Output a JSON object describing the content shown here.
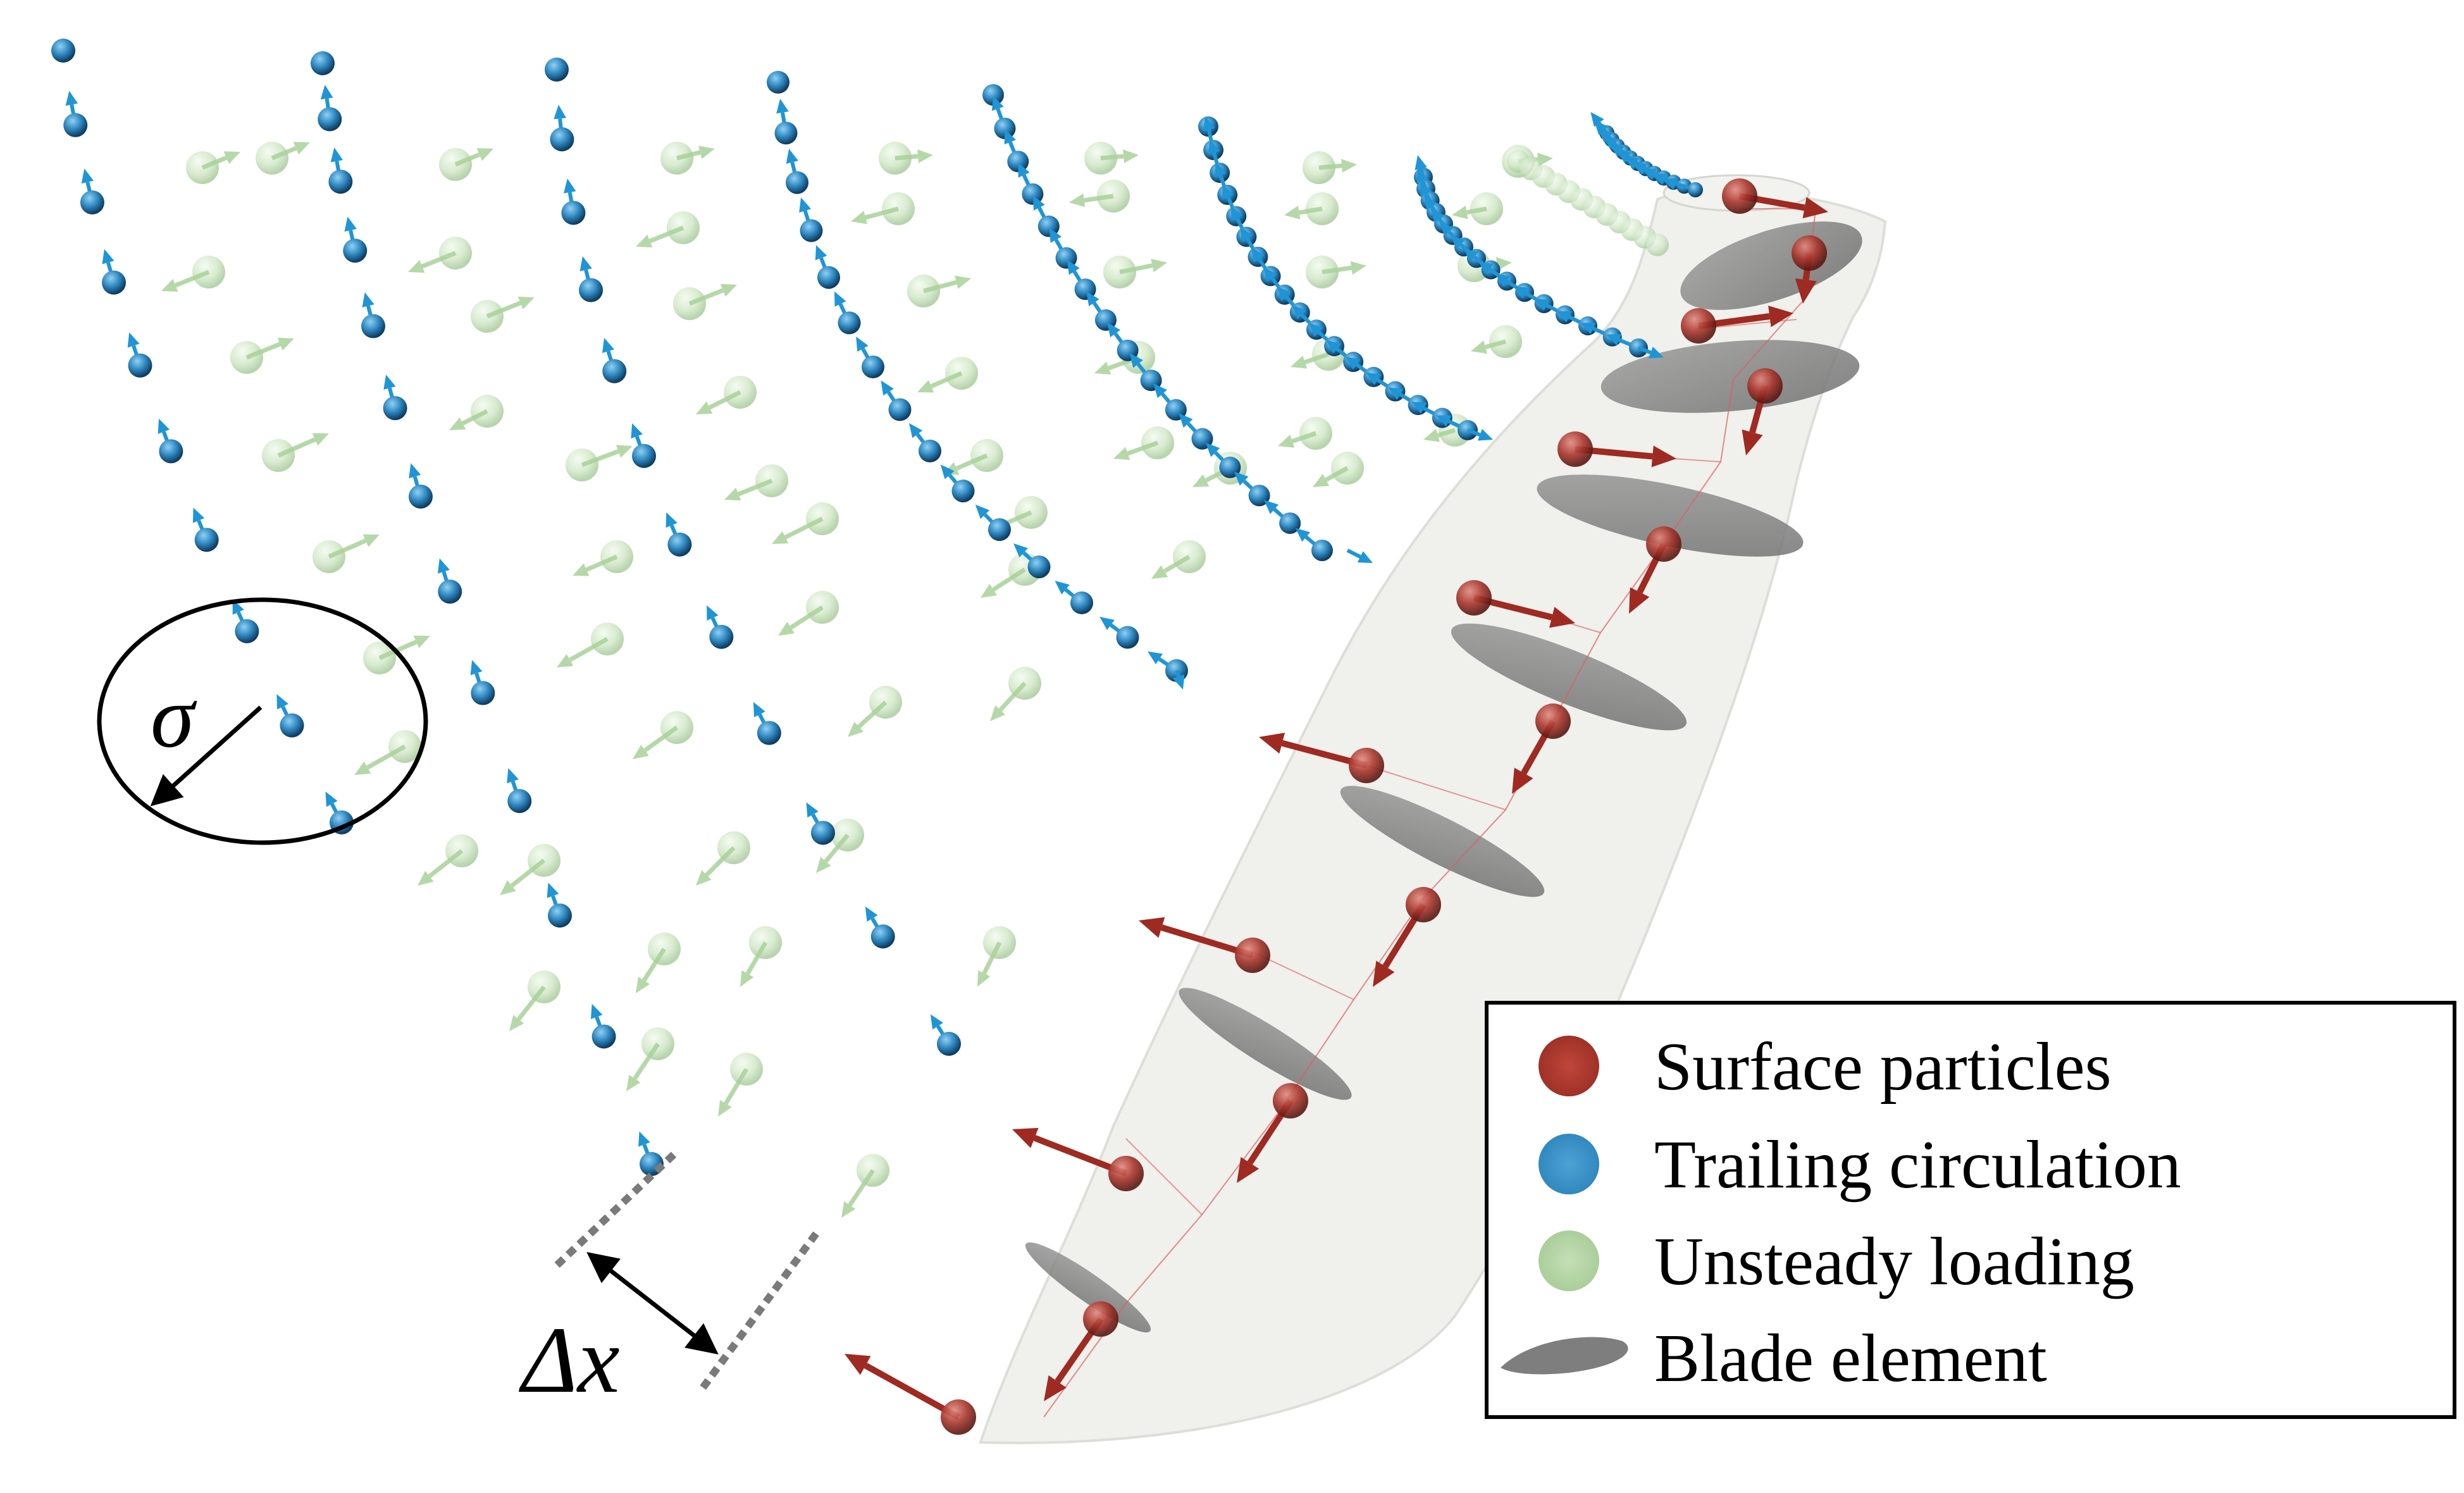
{
  "annotations": {
    "sigma": "σ",
    "delta_x": "Δx"
  },
  "legend": {
    "items": [
      {
        "label": "Surface particles",
        "color": "#b03a2e"
      },
      {
        "label": "Trailing circulation",
        "color": "#3b8fc4"
      },
      {
        "label": "Unsteady loading",
        "color": "#b8d6a6"
      },
      {
        "label": "Blade element",
        "color": "#8a8a8a"
      }
    ]
  },
  "colors": {
    "surface": "#b03a2e",
    "trailing": "#2f88c0",
    "trailing_arrow": "#1f95d6",
    "unsteady": "#bcdcae",
    "blade_fill": "#eeeeea",
    "blade_section": "#8c8c8c",
    "guide_line": "#d86060"
  }
}
